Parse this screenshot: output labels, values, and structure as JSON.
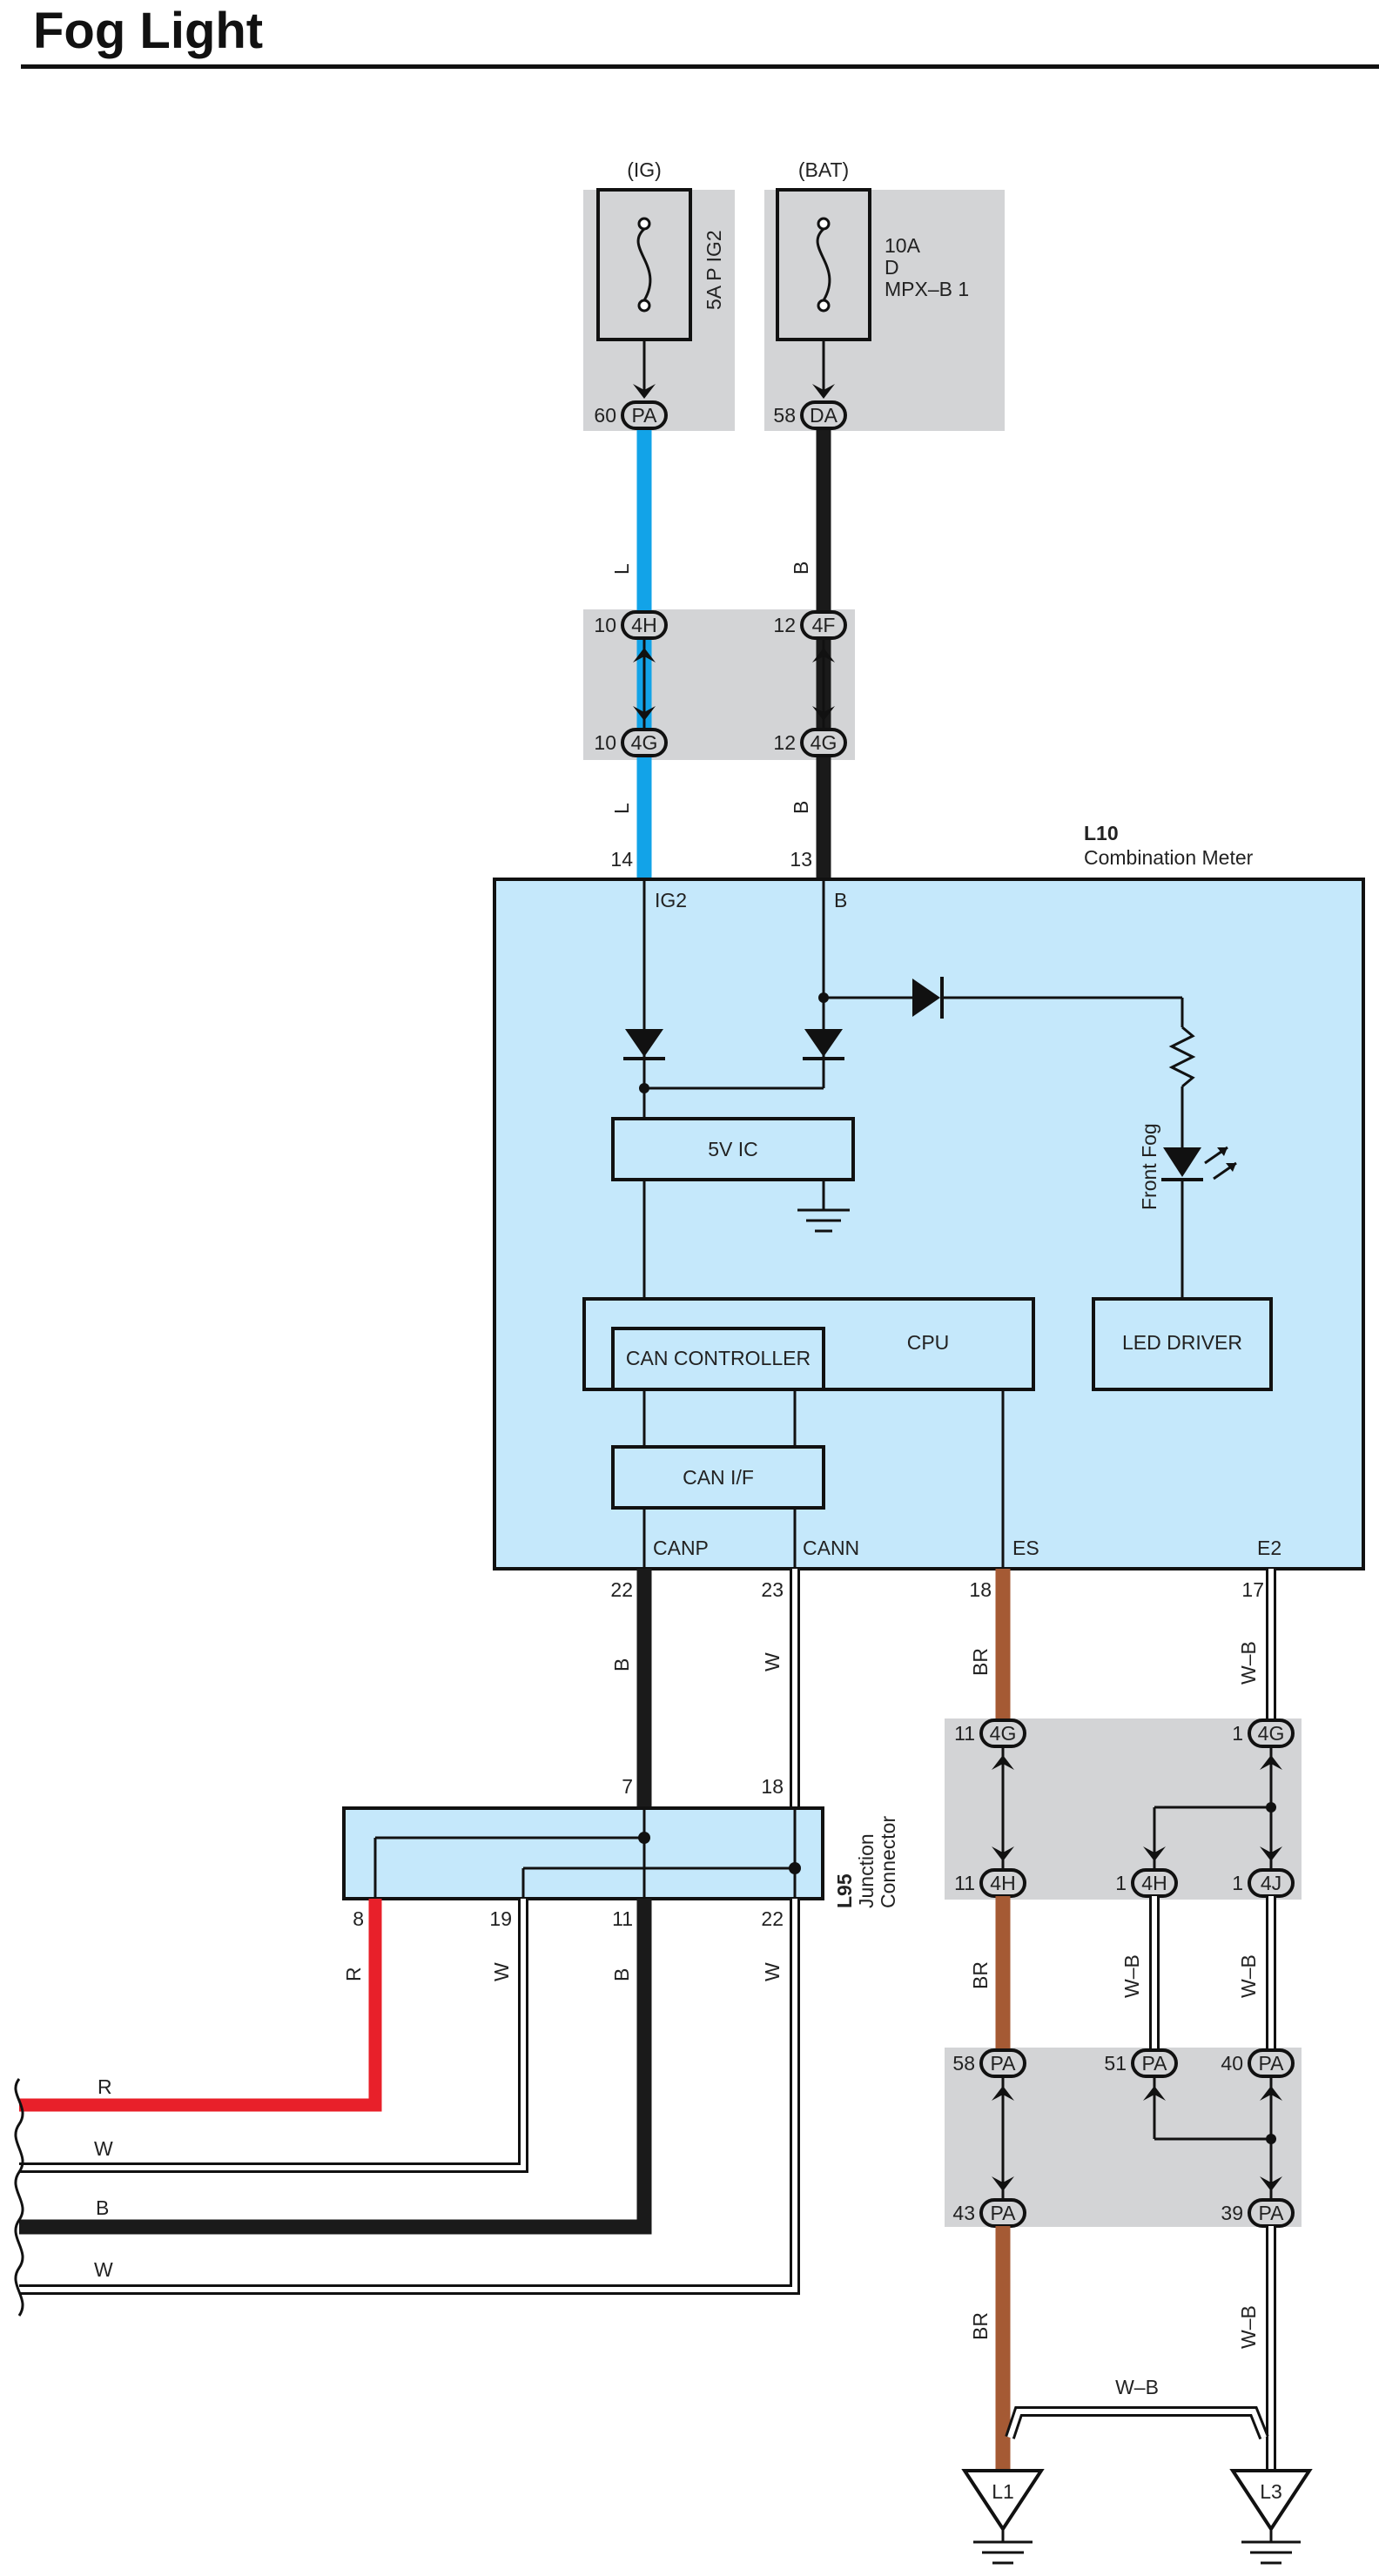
{
  "title": "Fog Light",
  "colors": {
    "blue_wire": "#12a3e8",
    "black_wire": "#1a1a1a",
    "red_wire": "#e8202a",
    "brown_wire": "#a55a34",
    "white_wire": "#ffffff",
    "module_fill": "#c5e8fb",
    "block_fill": "#d3d4d6"
  },
  "fuses": {
    "ig": {
      "supply": "(IG)",
      "label": "5A P IG2",
      "connector": "PA",
      "pin": "60"
    },
    "bat": {
      "supply": "(BAT)",
      "amp": "10A",
      "line2": "D",
      "line3": "MPX–B 1",
      "connector": "DA",
      "pin": "58"
    }
  },
  "inline_connectors": [
    {
      "id": "4H",
      "pin": "10"
    },
    {
      "id": "4G",
      "pin": "10"
    },
    {
      "id": "4F",
      "pin": "12"
    },
    {
      "id": "4G",
      "pin": "12"
    }
  ],
  "wire_colors": {
    "L": "L",
    "B": "B",
    "W": "W",
    "R": "R",
    "BR": "BR",
    "WB": "W–B"
  },
  "meter": {
    "code": "L10",
    "name": "Combination Meter",
    "pins": {
      "ig2": "14",
      "b": "13",
      "canp": "22",
      "cann": "23",
      "es": "18",
      "e2": "17"
    },
    "terminals": {
      "ig2": "IG2",
      "b": "B",
      "canp": "CANP",
      "cann": "CANN",
      "es": "ES",
      "e2": "E2"
    },
    "blocks": {
      "ic": "5V IC",
      "cpu": "CPU",
      "can_controller": "CAN CONTROLLER",
      "can_if": "CAN I/F",
      "led_driver": "LED DRIVER"
    },
    "indicator": "Front Fog"
  },
  "junction": {
    "code": "L95",
    "line1": "Junction",
    "line2": "Connector",
    "pins": {
      "in_b": "7",
      "in_w": "18",
      "out_r": "8",
      "out_w1": "19",
      "out_b": "11",
      "out_w2": "22"
    }
  },
  "right_connectors": {
    "row1": [
      {
        "pin": "11",
        "id": "4G"
      },
      {
        "pin": "1",
        "id": "4G"
      }
    ],
    "row2": [
      {
        "pin": "11",
        "id": "4H"
      },
      {
        "pin": "1",
        "id": "4H"
      },
      {
        "pin": "1",
        "id": "4J"
      }
    ],
    "row3": [
      {
        "pin": "58",
        "id": "PA"
      },
      {
        "pin": "51",
        "id": "PA"
      },
      {
        "pin": "40",
        "id": "PA"
      }
    ],
    "row4": [
      {
        "pin": "43",
        "id": "PA"
      },
      {
        "pin": "39",
        "id": "PA"
      }
    ]
  },
  "grounds": [
    "L1",
    "L3"
  ]
}
